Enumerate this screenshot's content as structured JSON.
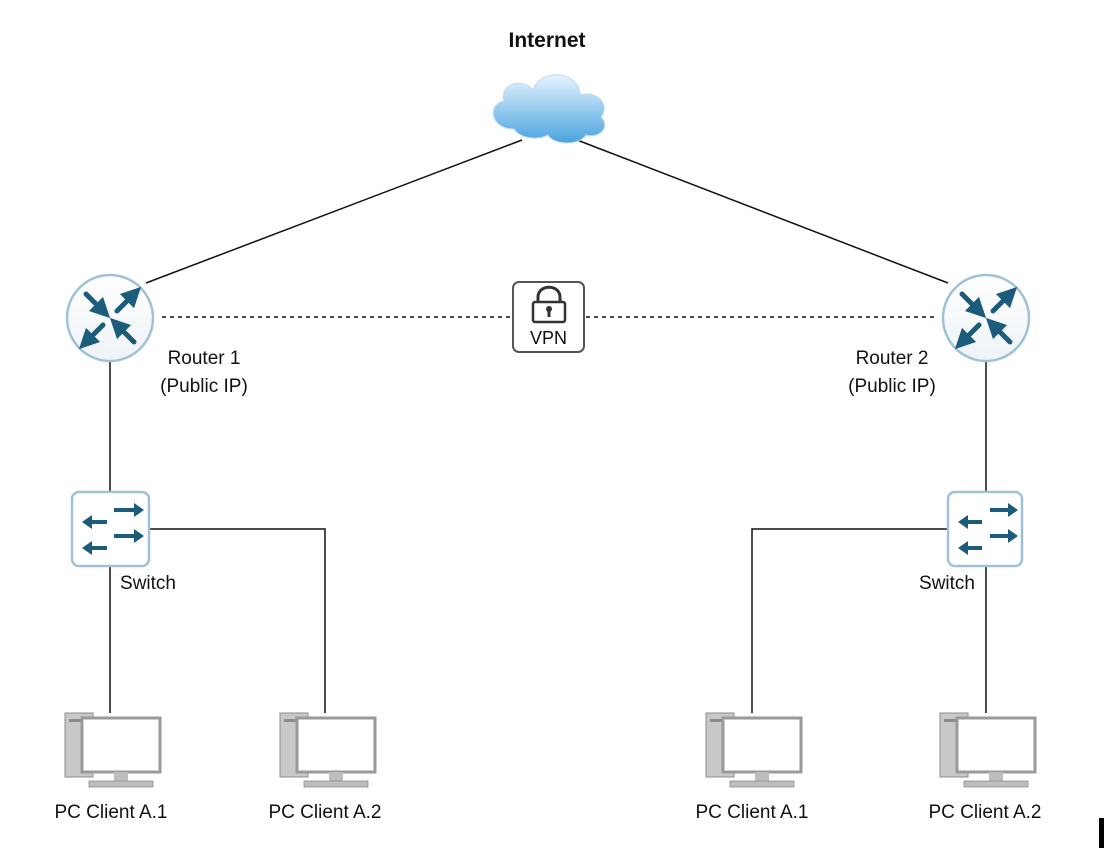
{
  "diagram": {
    "internet_label": "Internet",
    "vpn_label": "VPN",
    "router1": {
      "name": "Router 1",
      "ip_note": "(Public IP)"
    },
    "router2": {
      "name": "Router 2",
      "ip_note": "(Public IP)"
    },
    "switch_left_label": "Switch",
    "switch_right_label": "Switch",
    "clients": [
      {
        "label": "PC Client A.1"
      },
      {
        "label": "PC Client A.2"
      },
      {
        "label": "PC Client A.1"
      },
      {
        "label": "PC Client A.2"
      }
    ],
    "colors": {
      "cloud_light": "#d8eefe",
      "cloud_dark": "#4aa3df",
      "device_border": "#9fc1d6",
      "device_fill": "#ffffff",
      "arrow": "#1b5c7a",
      "line": "#111111",
      "pc_gray": "#a9a9a9"
    },
    "icons": {
      "cloud": "cloud-icon",
      "router": "router-icon",
      "switch": "switch-icon",
      "lock": "lock-icon",
      "pc": "desktop-pc-icon"
    }
  }
}
